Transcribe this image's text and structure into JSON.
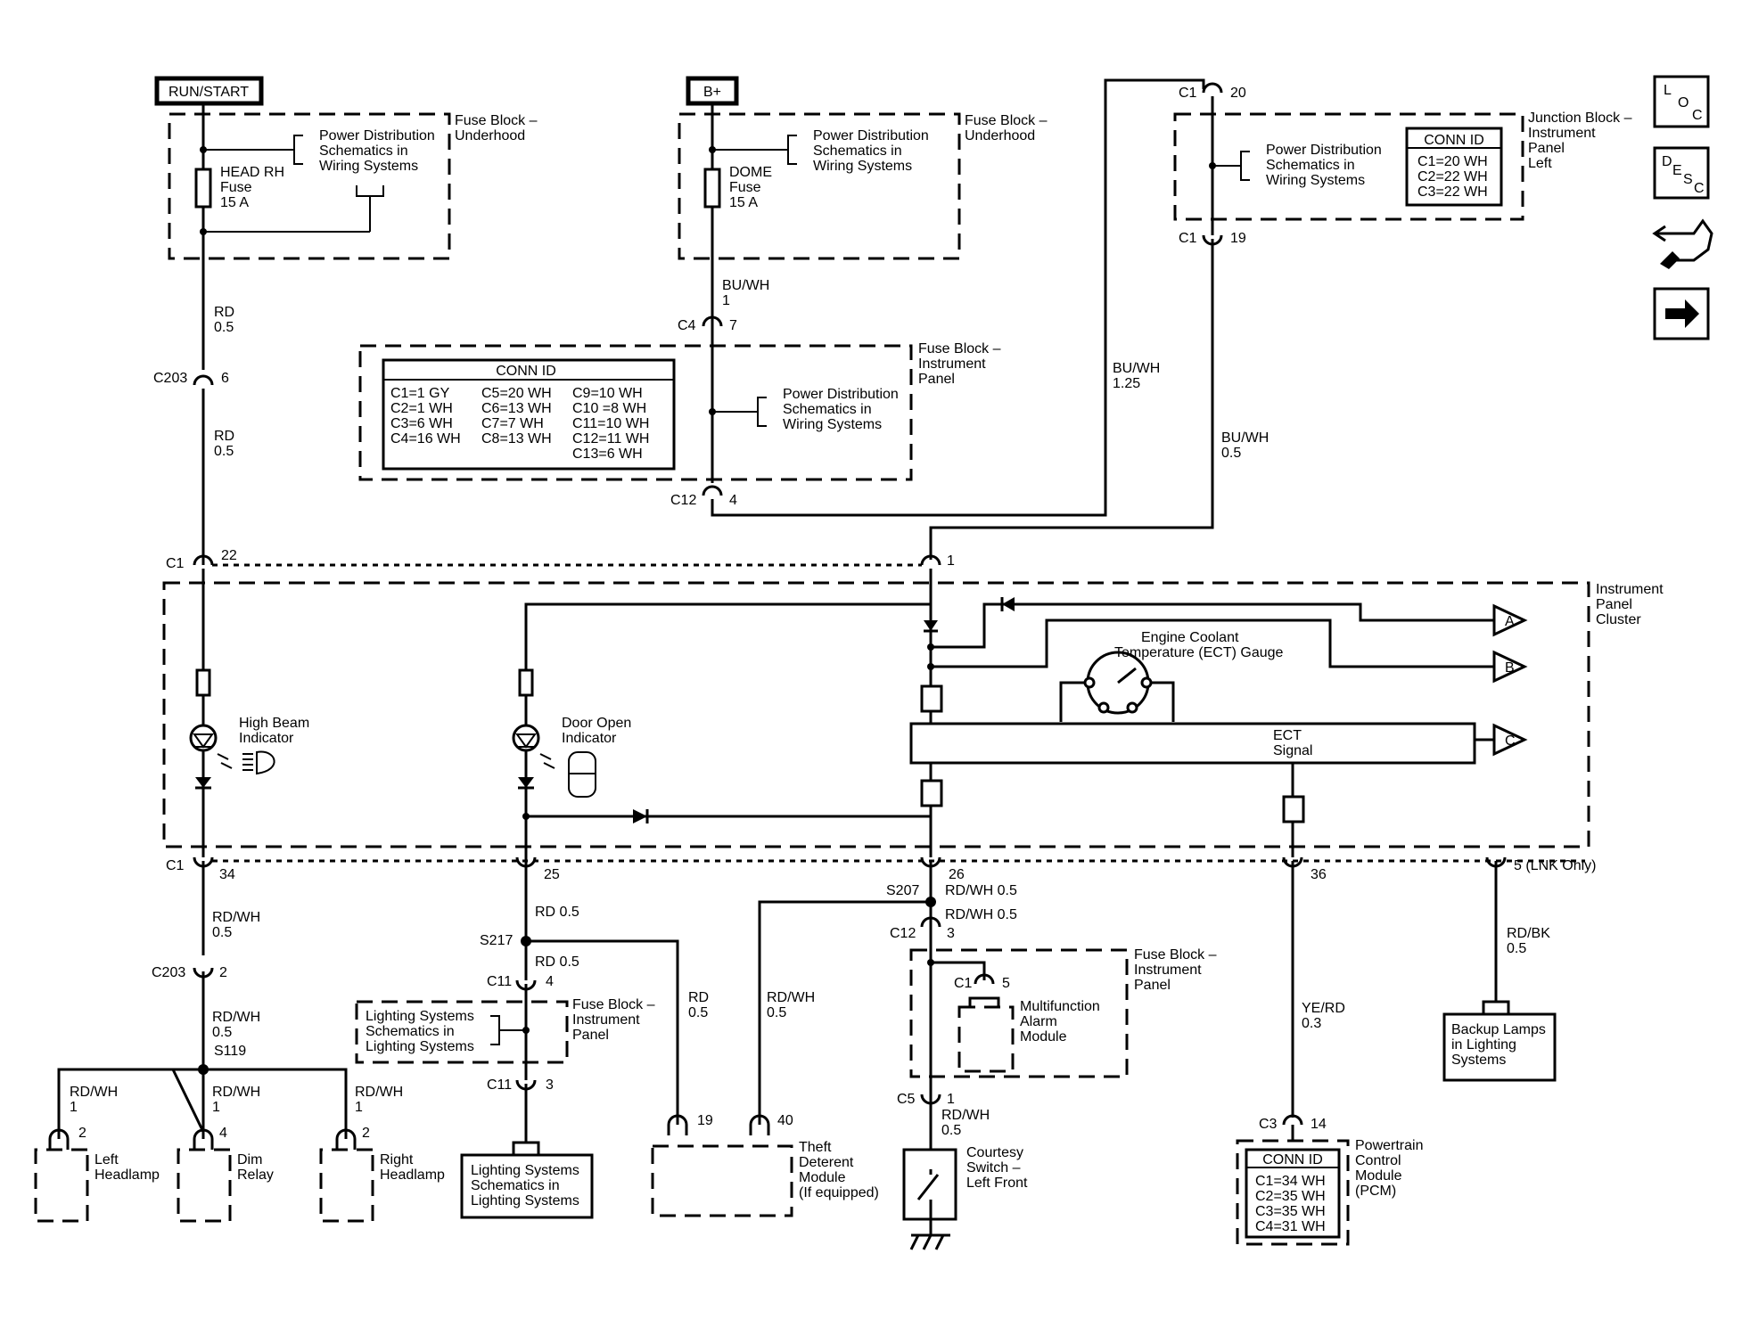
{
  "labels": {
    "run_start": "RUN/START",
    "bplus": "B+",
    "fuse_underhood_1": [
      "Fuse Block –",
      "Underhood"
    ],
    "fuse_underhood_2": [
      "Fuse Block –",
      "Underhood"
    ],
    "fuse_ip_1": [
      "Fuse Block –",
      "Instrument",
      "Panel"
    ],
    "fuse_ip_2": [
      "Fuse Block –",
      "Instrument",
      "Panel"
    ],
    "fuse_ip_3": [
      "Fuse Block –",
      "Instrument",
      "Panel"
    ],
    "junction_block": [
      "Junction Block –",
      "Instrument",
      "Panel",
      "Left"
    ],
    "power_dist_1": [
      "Power Distribution",
      "Schematics in",
      "Wiring Systems"
    ],
    "power_dist_2": [
      "Power Distribution",
      "Schematics in",
      "Wiring Systems"
    ],
    "power_dist_3": [
      "Power Distribution",
      "Schematics in",
      "Wiring Systems"
    ],
    "power_dist_4": [
      "Power Distribution",
      "Schematics in",
      "Wiring Systems"
    ],
    "head_rh_fuse": [
      "HEAD RH",
      "Fuse",
      "15 A"
    ],
    "dome_fuse": [
      "DOME",
      "Fuse",
      "15 A"
    ],
    "ipc": [
      "Instrument",
      "Panel",
      "Cluster"
    ],
    "high_beam": [
      "High Beam",
      "Indicator"
    ],
    "door_open": [
      "Door Open",
      "Indicator"
    ],
    "ect_gauge": [
      "Engine Coolant",
      "Temperature (ECT) Gauge"
    ],
    "ect_signal": [
      "ECT",
      "Signal"
    ],
    "lighting_box": [
      "Lighting Systems",
      "Schematics in",
      "Lighting Systems"
    ],
    "lighting_box_2": [
      "Lighting Systems",
      "Schematics in",
      "Lighting Systems"
    ],
    "left_headlamp": [
      "Left",
      "Headlamp"
    ],
    "dim_relay": [
      "Dim",
      "Relay"
    ],
    "right_headlamp": [
      "Right",
      "Headlamp"
    ],
    "theft": [
      "Theft",
      "Deterent",
      "Module",
      "(If equipped)"
    ],
    "courtesy": [
      "Courtesy",
      "Switch –",
      "Left Front"
    ],
    "mfam": [
      "Multifunction",
      "Alarm",
      "Module"
    ],
    "backup": [
      "Backup Lamps",
      "in Lighting",
      "Systems"
    ],
    "pcm": [
      "Powertrain",
      "Control",
      "Module",
      "(PCM)"
    ],
    "lnk_only": "5 (LNK Only)",
    "flag_a": "A",
    "flag_b": "B",
    "flag_c": "C"
  },
  "conn_tables": {
    "fuse_ip": {
      "title": "CONN ID",
      "col1": [
        "C1=1 GY",
        "C2=1 WH",
        "C3=6 WH",
        "C4=16 WH"
      ],
      "col2": [
        "C5=20 WH",
        "C6=13 WH",
        "C7=7 WH",
        "C8=13 WH"
      ],
      "col3": [
        "C9=10 WH",
        "C10 =8 WH",
        "C11=10 WH",
        "C12=11 WH",
        "C13=6 WH"
      ]
    },
    "junction": {
      "title": "CONN ID",
      "rows": [
        "C1=20 WH",
        "C2=22 WH",
        "C3=22 WH"
      ]
    },
    "pcm": {
      "title": "CONN ID",
      "rows": [
        "C1=34 WH",
        "C2=35 WH",
        "C3=35 WH",
        "C4=31 WH"
      ]
    }
  },
  "wires": {
    "rd05_a": [
      "RD",
      "0.5"
    ],
    "rd05_b": [
      "RD",
      "0.5"
    ],
    "buwh1": [
      "BU/WH",
      "1"
    ],
    "buwh125": [
      "BU/WH",
      "1.25"
    ],
    "buwh05": [
      "BU/WH",
      "0.5"
    ],
    "rdwh05_a": [
      "RD/WH",
      "0.5"
    ],
    "rdwh05_b": [
      "RD/WH",
      "0.5"
    ],
    "rdwh1_l": [
      "RD/WH",
      "1"
    ],
    "rdwh1_m": [
      "RD/WH",
      "1"
    ],
    "rdwh1_r": [
      "RD/WH",
      "1"
    ],
    "rd05_c": "RD 0.5",
    "rd05_d": "RD 0.5",
    "rd05_e": [
      "RD",
      "0.5"
    ],
    "rdwh05_c": [
      "RD/WH",
      "0.5"
    ],
    "rdwh05_d": "RD/WH 0.5",
    "rdwh05_e": "RD/WH 0.5",
    "rdwh05_f": [
      "RD/WH",
      "0.5"
    ],
    "yerd": [
      "YE/RD",
      "0.3"
    ],
    "rdbk": [
      "RD/BK",
      "0.5"
    ]
  },
  "connectors": {
    "c203_6": [
      "C203",
      "6"
    ],
    "c1_22": [
      "C1",
      "22"
    ],
    "c1_20": [
      "C1",
      "20"
    ],
    "c1_19": [
      "C1",
      "19"
    ],
    "c4_7": [
      "C4",
      "7"
    ],
    "c12_4": [
      "C12",
      "4"
    ],
    "pin1": "1",
    "c1_34": [
      "C1",
      "34"
    ],
    "pin25": "25",
    "pin26": "26",
    "pin36": "36",
    "c203_2": [
      "C203",
      "2"
    ],
    "s119": "S119",
    "s217": "S217",
    "s207": "S207",
    "c11_4": [
      "C11",
      "4"
    ],
    "c11_3": [
      "C11",
      "3"
    ],
    "c12_3": [
      "C12",
      "3"
    ],
    "c1_5": [
      "C1",
      "5"
    ],
    "c5_1": [
      "C5",
      "1"
    ],
    "c3_14": [
      "C3",
      "14"
    ],
    "pin2a": "2",
    "pin4": "4",
    "pin2b": "2",
    "pin19": "19",
    "pin40": "40"
  },
  "side_icons": [
    {
      "name": "loc-icon",
      "letters": [
        "L",
        "O",
        "C"
      ]
    },
    {
      "name": "desc-icon",
      "letters": [
        "D",
        "E",
        "S",
        "C"
      ]
    },
    {
      "name": "diagnostic-tool-icon"
    },
    {
      "name": "next-arrow-icon"
    }
  ]
}
